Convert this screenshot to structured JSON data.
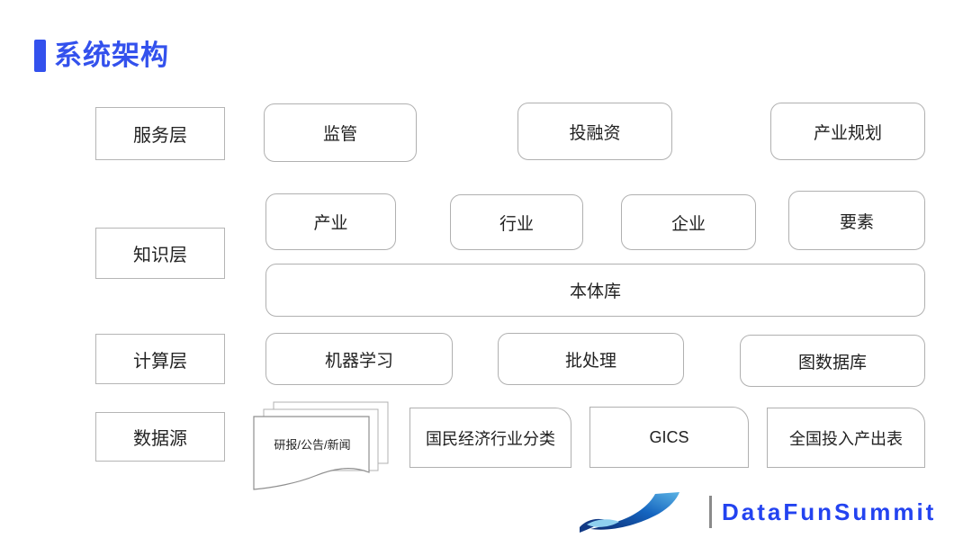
{
  "title": {
    "text": "系统架构",
    "accent_color": "#3351ed"
  },
  "diagram": {
    "rows": [
      {
        "label": "服务层",
        "boxes": [
          "监管",
          "投融资",
          "产业规划"
        ]
      },
      {
        "label": "知识层",
        "boxes": [
          "产业",
          "行业",
          "企业",
          "要素"
        ],
        "wide_box": "本体库"
      },
      {
        "label": "计算层",
        "boxes": [
          "机器学习",
          "批处理",
          "图数据库"
        ]
      },
      {
        "label": "数据源",
        "doc_stack": "研报/公告/新闻",
        "boxes": [
          "国民经济行业分类",
          "GICS",
          "全国投入产出表"
        ]
      }
    ]
  },
  "footer": {
    "separator": "|",
    "brand": "DataFunSummit",
    "brand_color": "#2343f0",
    "logo": "swoosh-icon"
  },
  "colors": {
    "accent_blue": "#3351ed",
    "border_gray": "#b0b0b0",
    "logo_blue_dark": "#0d2d73",
    "logo_blue_light": "#5bb3e4"
  }
}
